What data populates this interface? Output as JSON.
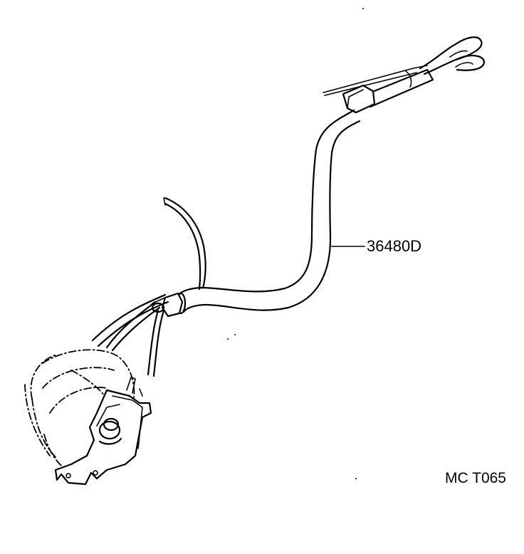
{
  "callouts": [
    {
      "id": "harness",
      "label": "36480D"
    }
  ],
  "reference_code": "MC T065"
}
